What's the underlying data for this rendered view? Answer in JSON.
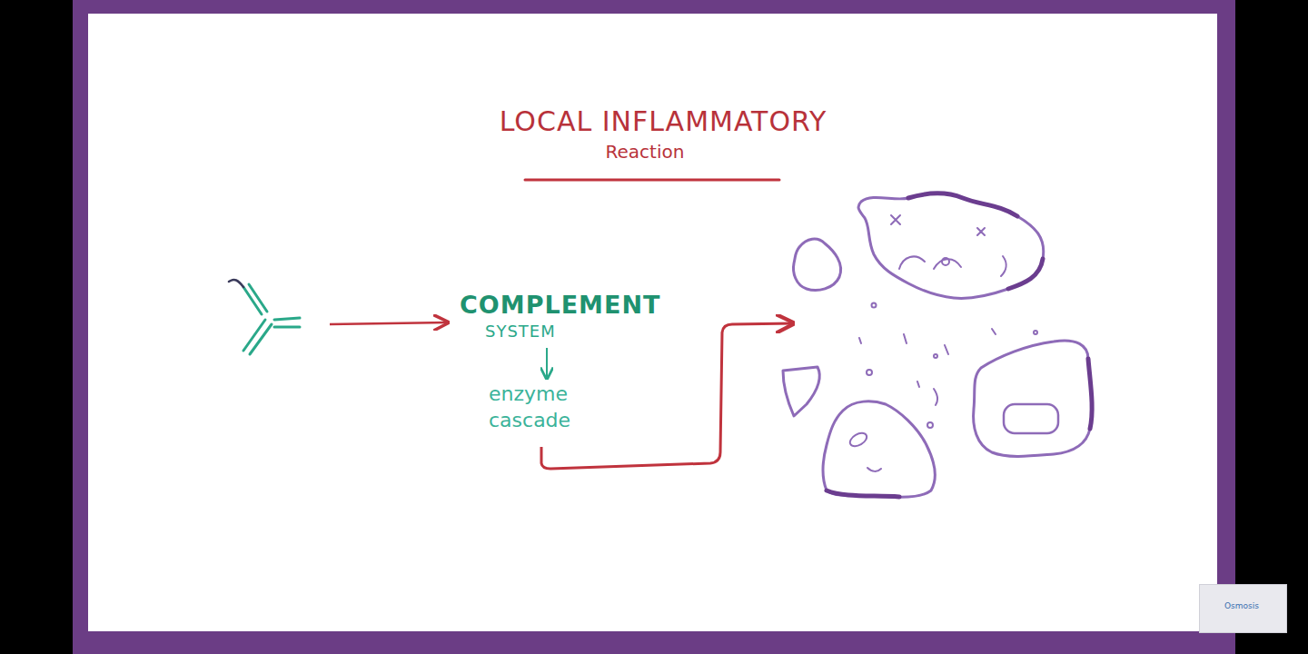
{
  "diagram": {
    "title": "LOCAL INFLAMMATORY",
    "nodes": [
      {
        "text": [
          "COMPLEMENT",
          "SYSTEM"
        ]
      },
      {
        "text": [
          "enzyme cascade"
        ]
      }
    ],
    "edges": [
      {
        "from": 0,
        "to": 1,
        "arrow": "to"
      }
    ],
    "labels": [
      "Reaction",
      "Osmosis"
    ]
  }
}
